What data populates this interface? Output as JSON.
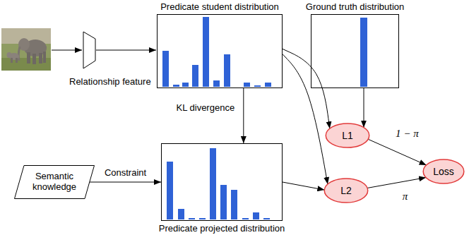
{
  "diagram": {
    "nodes": [
      {
        "text": [
          "Predicate student distribution"
        ]
      },
      {
        "text": [
          "Ground truth distribution"
        ]
      },
      {
        "text": [
          "Predicate projected distribution"
        ]
      },
      {
        "text": [
          "Semantic knowledge"
        ]
      },
      {
        "text": [
          "L1"
        ]
      },
      {
        "text": [
          "L2"
        ]
      },
      {
        "text": [
          "Loss"
        ]
      }
    ],
    "edges": [
      {
        "from": 0,
        "to": 2,
        "label": "KL divergence",
        "arrow": "to"
      },
      {
        "from": 3,
        "to": 2,
        "label": "Constraint",
        "arrow": "to"
      },
      {
        "from": 0,
        "to": 4,
        "arrow": "to"
      },
      {
        "from": 1,
        "to": 4,
        "arrow": "to"
      },
      {
        "from": 0,
        "to": 5,
        "arrow": "to"
      },
      {
        "from": 2,
        "to": 5,
        "arrow": "to"
      },
      {
        "from": 4,
        "to": 6,
        "label": "1 − π",
        "arrow": "to"
      },
      {
        "from": 5,
        "to": 6,
        "label": "π",
        "arrow": "to"
      }
    ],
    "labels": [
      "Relationship feature"
    ]
  }
}
